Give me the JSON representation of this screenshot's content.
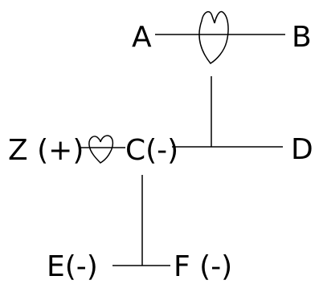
{
  "labels": {
    "a": "A",
    "b": "B",
    "d": "D",
    "z": "Z (+)",
    "c": "C(-)",
    "e": "E(-)",
    "f": "F (-)"
  },
  "symbols": {
    "large_heart": "heart-icon",
    "small_heart": "heart-icon"
  },
  "colors": {
    "ink": "#000000",
    "background": "#ffffff"
  }
}
